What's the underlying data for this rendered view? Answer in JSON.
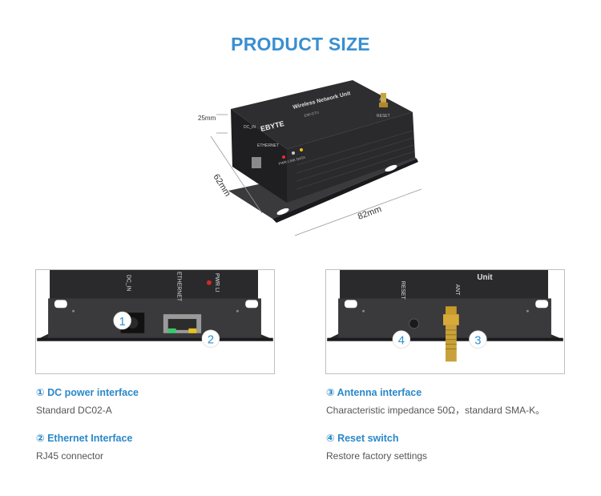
{
  "page": {
    "title": "PRODUCT SIZE"
  },
  "hero": {
    "dim_height": "25mm",
    "dim_depth": "62mm",
    "dim_width": "82mm",
    "brand": "EBYTE",
    "label_model": "Wireless Network Unit",
    "label_sub": "E90-DTU",
    "port_dc": "DC_IN",
    "port_eth": "ETHERNET",
    "leds": "PWR LINK DATA",
    "port_ant": "ANT",
    "port_reset": "RESET"
  },
  "photos": {
    "left": {
      "label_dc": "DC_IN",
      "label_eth": "ETHERNET",
      "label_pwr": "PWR LI",
      "callout_1": "1",
      "callout_2": "2"
    },
    "right": {
      "label_reset": "RESET",
      "label_ant": "ANT",
      "label_unit": "Unit",
      "callout_4": "4",
      "callout_3": "3"
    }
  },
  "features": [
    {
      "number": "①",
      "title": "DC power interface",
      "description": "Standard DC02-A"
    },
    {
      "number": "②",
      "title": "Ethernet Interface",
      "description": "RJ45 connector"
    },
    {
      "number": "③",
      "title": "Antenna interface",
      "description": "Characteristic impedance 50Ω，standard SMA-K。"
    },
    {
      "number": "④",
      "title": "Reset switch",
      "description": "Restore factory settings"
    }
  ],
  "colors": {
    "title_blue": "#3a8fd0",
    "feature_blue": "#2a88c8",
    "device_body": "#2b2b2d",
    "callout_blue": "#2f8fd3"
  }
}
